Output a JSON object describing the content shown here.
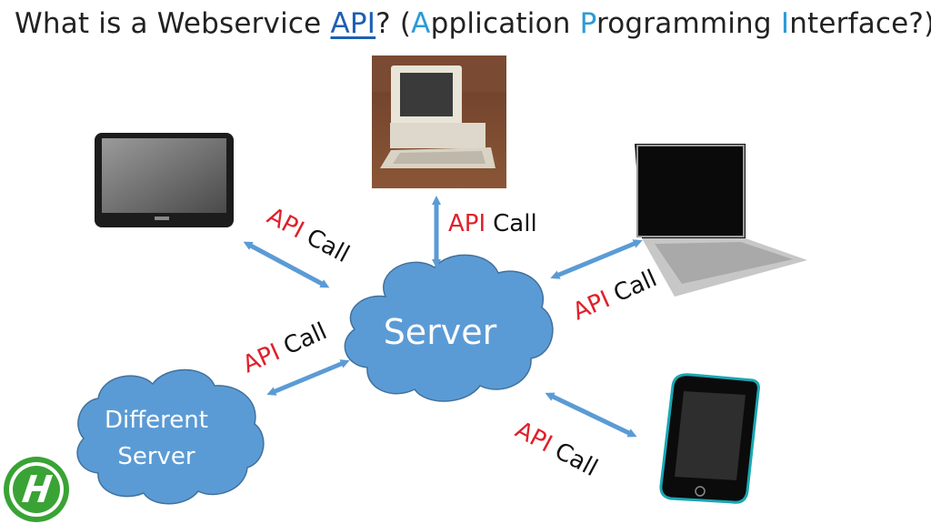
{
  "title": {
    "part1": "What is a ",
    "part2": "Webservice",
    "part3": " ",
    "part4": "API",
    "part5": "? (",
    "a_letter": "A",
    "a_rest": "pplication ",
    "p_letter": "P",
    "p_rest": "rogramming ",
    "i_letter": "I",
    "i_rest": "nterface?)"
  },
  "server": {
    "label": "Server"
  },
  "different_server": {
    "line1": "Different",
    "line2": "Server"
  },
  "api_call": {
    "api": "API",
    "call": "Call"
  },
  "colors": {
    "cloud": "#5b9bd5",
    "arrow": "#5b9bd5",
    "api_red": "#e0202a",
    "title_link": "#1e5fb3",
    "title_accent": "#2b9bd6",
    "logo_green": "#3aa335"
  }
}
